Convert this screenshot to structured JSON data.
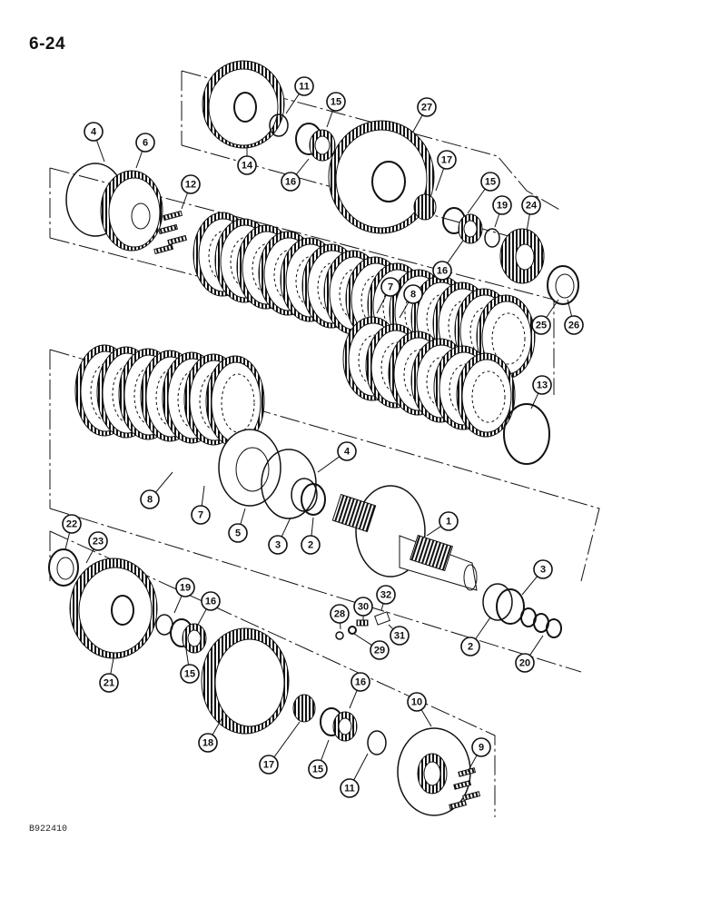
{
  "page_number": "6-24",
  "figure_code": "B922410",
  "callouts": [
    {
      "label": "11"
    },
    {
      "label": "15"
    },
    {
      "label": "27"
    },
    {
      "label": "4"
    },
    {
      "label": "6"
    },
    {
      "label": "14"
    },
    {
      "label": "16"
    },
    {
      "label": "17"
    },
    {
      "label": "15"
    },
    {
      "label": "19"
    },
    {
      "label": "24"
    },
    {
      "label": "12"
    },
    {
      "label": "16"
    },
    {
      "label": "25"
    },
    {
      "label": "26"
    },
    {
      "label": "7"
    },
    {
      "label": "8"
    },
    {
      "label": "13"
    },
    {
      "label": "4"
    },
    {
      "label": "8"
    },
    {
      "label": "7"
    },
    {
      "label": "5"
    },
    {
      "label": "3"
    },
    {
      "label": "2"
    },
    {
      "label": "1"
    },
    {
      "label": "22"
    },
    {
      "label": "23"
    },
    {
      "label": "3"
    },
    {
      "label": "19"
    },
    {
      "label": "16"
    },
    {
      "label": "32"
    },
    {
      "label": "30"
    },
    {
      "label": "28"
    },
    {
      "label": "31"
    },
    {
      "label": "29"
    },
    {
      "label": "2"
    },
    {
      "label": "20"
    },
    {
      "label": "21"
    },
    {
      "label": "15"
    },
    {
      "label": "16"
    },
    {
      "label": "10"
    },
    {
      "label": "18"
    },
    {
      "label": "17"
    },
    {
      "label": "15"
    },
    {
      "label": "9"
    },
    {
      "label": "11"
    }
  ]
}
